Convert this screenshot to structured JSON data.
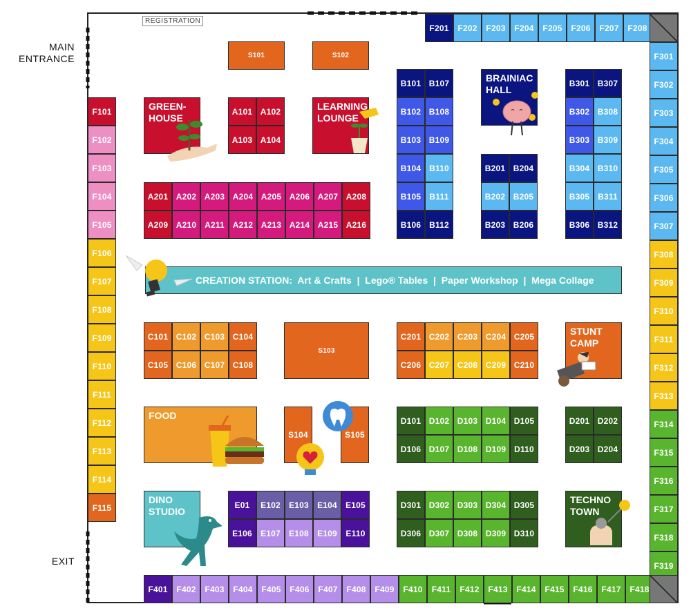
{
  "labels": {
    "main_entrance_line1": "MAIN",
    "main_entrance_line2": "ENTRANCE",
    "exit": "EXIT",
    "registration": "REGISTRATION",
    "creation_station": "CREATION STATION:  Art & Crafts  |  Lego® Tables  |  Paper Workshop  |  Mega Collage"
  },
  "colors": {
    "red": "#c8102e",
    "magenta": "#d41a7c",
    "pink": "#ee8fc4",
    "yellow": "#f5c518",
    "orange": "#e2661d",
    "light_orange": "#ef9a2c",
    "navy": "#0a1580",
    "blue": "#3f58e8",
    "light_blue": "#5cb8f0",
    "dark_green": "#2f5e1e",
    "green": "#5ab52e",
    "purple": "#4a129a",
    "lavender": "#b48ee8",
    "slate_purple": "#6a5fa6",
    "teal": "#5ec3c9"
  },
  "zones": {
    "greenhouse": "GREEN-\nHOUSE",
    "learning_lounge": "LEARNING\nLOUNGE",
    "brainiac_hall": "BRAINIAC\nHALL",
    "stunt_camp": "STUNT\nCAMP",
    "food": "FOOD",
    "dino_studio": "DINO\nSTUDIO",
    "techno_town": "TECHNO\nTOWN"
  },
  "booths": {
    "F_top": [
      {
        "id": "F201",
        "c": "navy"
      },
      {
        "id": "F202",
        "c": "light_blue"
      },
      {
        "id": "F203",
        "c": "light_blue"
      },
      {
        "id": "F204",
        "c": "light_blue"
      },
      {
        "id": "F205",
        "c": "light_blue"
      },
      {
        "id": "F206",
        "c": "light_blue"
      },
      {
        "id": "F207",
        "c": "light_blue"
      },
      {
        "id": "F208",
        "c": "light_blue"
      }
    ],
    "F_right": [
      {
        "id": "F301",
        "c": "light_blue"
      },
      {
        "id": "F302",
        "c": "light_blue"
      },
      {
        "id": "F303",
        "c": "light_blue"
      },
      {
        "id": "F304",
        "c": "light_blue"
      },
      {
        "id": "F305",
        "c": "light_blue"
      },
      {
        "id": "F306",
        "c": "light_blue"
      },
      {
        "id": "F307",
        "c": "light_blue"
      },
      {
        "id": "F308",
        "c": "yellow"
      },
      {
        "id": "F309",
        "c": "yellow"
      },
      {
        "id": "F310",
        "c": "yellow"
      },
      {
        "id": "F311",
        "c": "yellow"
      },
      {
        "id": "F312",
        "c": "yellow"
      },
      {
        "id": "F313",
        "c": "yellow"
      },
      {
        "id": "F314",
        "c": "green"
      },
      {
        "id": "F315",
        "c": "green"
      },
      {
        "id": "F316",
        "c": "green"
      },
      {
        "id": "F317",
        "c": "green"
      },
      {
        "id": "F318",
        "c": "green"
      },
      {
        "id": "F319",
        "c": "green"
      }
    ],
    "F_left": [
      {
        "id": "F101",
        "c": "red"
      },
      {
        "id": "F102",
        "c": "pink"
      },
      {
        "id": "F103",
        "c": "pink"
      },
      {
        "id": "F104",
        "c": "pink"
      },
      {
        "id": "F105",
        "c": "pink"
      },
      {
        "id": "F106",
        "c": "yellow"
      },
      {
        "id": "F107",
        "c": "yellow"
      },
      {
        "id": "F108",
        "c": "yellow"
      },
      {
        "id": "F109",
        "c": "yellow"
      },
      {
        "id": "F110",
        "c": "yellow"
      },
      {
        "id": "F111",
        "c": "yellow"
      },
      {
        "id": "F112",
        "c": "yellow"
      },
      {
        "id": "F113",
        "c": "yellow"
      },
      {
        "id": "F114",
        "c": "yellow"
      },
      {
        "id": "F115",
        "c": "orange"
      }
    ],
    "F_bottom": [
      {
        "id": "F401",
        "c": "purple"
      },
      {
        "id": "F402",
        "c": "lavender"
      },
      {
        "id": "F403",
        "c": "lavender"
      },
      {
        "id": "F404",
        "c": "lavender"
      },
      {
        "id": "F405",
        "c": "lavender"
      },
      {
        "id": "F406",
        "c": "lavender"
      },
      {
        "id": "F407",
        "c": "lavender"
      },
      {
        "id": "F408",
        "c": "lavender"
      },
      {
        "id": "F409",
        "c": "lavender"
      },
      {
        "id": "F410",
        "c": "green"
      },
      {
        "id": "F411",
        "c": "green"
      },
      {
        "id": "F412",
        "c": "green"
      },
      {
        "id": "F413",
        "c": "green"
      },
      {
        "id": "F414",
        "c": "green"
      },
      {
        "id": "F415",
        "c": "green"
      },
      {
        "id": "F416",
        "c": "green"
      },
      {
        "id": "F417",
        "c": "green"
      },
      {
        "id": "F418",
        "c": "green"
      }
    ],
    "S": [
      {
        "id": "S101",
        "c": "orange"
      },
      {
        "id": "S102",
        "c": "orange"
      },
      {
        "id": "S103",
        "c": "orange"
      },
      {
        "id": "S104",
        "c": "orange"
      },
      {
        "id": "S105",
        "c": "orange"
      }
    ],
    "A1": [
      {
        "id": "A101",
        "c": "red"
      },
      {
        "id": "A102",
        "c": "red"
      },
      {
        "id": "A103",
        "c": "red"
      },
      {
        "id": "A104",
        "c": "red"
      }
    ],
    "A2_top": [
      {
        "id": "A201",
        "c": "red"
      },
      {
        "id": "A202",
        "c": "magenta"
      },
      {
        "id": "A203",
        "c": "magenta"
      },
      {
        "id": "A204",
        "c": "magenta"
      },
      {
        "id": "A205",
        "c": "magenta"
      },
      {
        "id": "A206",
        "c": "magenta"
      },
      {
        "id": "A207",
        "c": "magenta"
      },
      {
        "id": "A208",
        "c": "red"
      }
    ],
    "A2_bottom": [
      {
        "id": "A209",
        "c": "red"
      },
      {
        "id": "A210",
        "c": "magenta"
      },
      {
        "id": "A211",
        "c": "magenta"
      },
      {
        "id": "A212",
        "c": "magenta"
      },
      {
        "id": "A213",
        "c": "magenta"
      },
      {
        "id": "A214",
        "c": "magenta"
      },
      {
        "id": "A215",
        "c": "magenta"
      },
      {
        "id": "A216",
        "c": "red"
      }
    ],
    "B1": [
      {
        "id": "B101",
        "c": "navy"
      },
      {
        "id": "B107",
        "c": "navy"
      },
      {
        "id": "B102",
        "c": "blue"
      },
      {
        "id": "B108",
        "c": "blue"
      },
      {
        "id": "B103",
        "c": "blue"
      },
      {
        "id": "B109",
        "c": "blue"
      },
      {
        "id": "B104",
        "c": "blue"
      },
      {
        "id": "B110",
        "c": "light_blue"
      },
      {
        "id": "B105",
        "c": "blue"
      },
      {
        "id": "B111",
        "c": "light_blue"
      },
      {
        "id": "B106",
        "c": "navy"
      },
      {
        "id": "B112",
        "c": "navy"
      }
    ],
    "B2": [
      {
        "id": "B201",
        "c": "navy"
      },
      {
        "id": "B204",
        "c": "navy"
      },
      {
        "id": "B202",
        "c": "light_blue"
      },
      {
        "id": "B205",
        "c": "light_blue"
      },
      {
        "id": "B203",
        "c": "navy"
      },
      {
        "id": "B206",
        "c": "navy"
      }
    ],
    "B3": [
      {
        "id": "B301",
        "c": "navy"
      },
      {
        "id": "B307",
        "c": "navy"
      },
      {
        "id": "B302",
        "c": "blue"
      },
      {
        "id": "B308",
        "c": "light_blue"
      },
      {
        "id": "B303",
        "c": "blue"
      },
      {
        "id": "B309",
        "c": "light_blue"
      },
      {
        "id": "B304",
        "c": "light_blue"
      },
      {
        "id": "B310",
        "c": "light_blue"
      },
      {
        "id": "B305",
        "c": "light_blue"
      },
      {
        "id": "B311",
        "c": "light_blue"
      },
      {
        "id": "B306",
        "c": "navy"
      },
      {
        "id": "B312",
        "c": "navy"
      }
    ],
    "C1": [
      {
        "id": "C101",
        "c": "orange"
      },
      {
        "id": "C102",
        "c": "light_orange"
      },
      {
        "id": "C103",
        "c": "light_orange"
      },
      {
        "id": "C104",
        "c": "orange"
      },
      {
        "id": "C105",
        "c": "orange"
      },
      {
        "id": "C106",
        "c": "light_orange"
      },
      {
        "id": "C107",
        "c": "light_orange"
      },
      {
        "id": "C108",
        "c": "orange"
      }
    ],
    "C2": [
      {
        "id": "C201",
        "c": "orange"
      },
      {
        "id": "C202",
        "c": "light_orange"
      },
      {
        "id": "C203",
        "c": "light_orange"
      },
      {
        "id": "C204",
        "c": "light_orange"
      },
      {
        "id": "C205",
        "c": "orange"
      },
      {
        "id": "C206",
        "c": "orange"
      },
      {
        "id": "C207",
        "c": "yellow"
      },
      {
        "id": "C208",
        "c": "yellow"
      },
      {
        "id": "C209",
        "c": "yellow"
      },
      {
        "id": "C210",
        "c": "orange"
      }
    ],
    "D1": [
      {
        "id": "D101",
        "c": "dark_green"
      },
      {
        "id": "D102",
        "c": "green"
      },
      {
        "id": "D103",
        "c": "green"
      },
      {
        "id": "D104",
        "c": "green"
      },
      {
        "id": "D105",
        "c": "dark_green"
      },
      {
        "id": "D106",
        "c": "dark_green"
      },
      {
        "id": "D107",
        "c": "green"
      },
      {
        "id": "D108",
        "c": "green"
      },
      {
        "id": "D109",
        "c": "green"
      },
      {
        "id": "D110",
        "c": "dark_green"
      }
    ],
    "D2": [
      {
        "id": "D201",
        "c": "dark_green"
      },
      {
        "id": "D202",
        "c": "dark_green"
      },
      {
        "id": "D203",
        "c": "dark_green"
      },
      {
        "id": "D204",
        "c": "dark_green"
      }
    ],
    "D3": [
      {
        "id": "D301",
        "c": "dark_green"
      },
      {
        "id": "D302",
        "c": "green"
      },
      {
        "id": "D303",
        "c": "green"
      },
      {
        "id": "D304",
        "c": "green"
      },
      {
        "id": "D305",
        "c": "dark_green"
      },
      {
        "id": "D306",
        "c": "dark_green"
      },
      {
        "id": "D307",
        "c": "green"
      },
      {
        "id": "D308",
        "c": "green"
      },
      {
        "id": "D309",
        "c": "green"
      },
      {
        "id": "D310",
        "c": "dark_green"
      }
    ],
    "E": [
      {
        "id": "E01",
        "c": "purple"
      },
      {
        "id": "E102",
        "c": "slate_purple"
      },
      {
        "id": "E103",
        "c": "slate_purple"
      },
      {
        "id": "E104",
        "c": "slate_purple"
      },
      {
        "id": "E105",
        "c": "purple"
      },
      {
        "id": "E106",
        "c": "purple"
      },
      {
        "id": "E107",
        "c": "lavender"
      },
      {
        "id": "E108",
        "c": "lavender"
      },
      {
        "id": "E109",
        "c": "lavender"
      },
      {
        "id": "E110",
        "c": "purple"
      }
    ]
  }
}
